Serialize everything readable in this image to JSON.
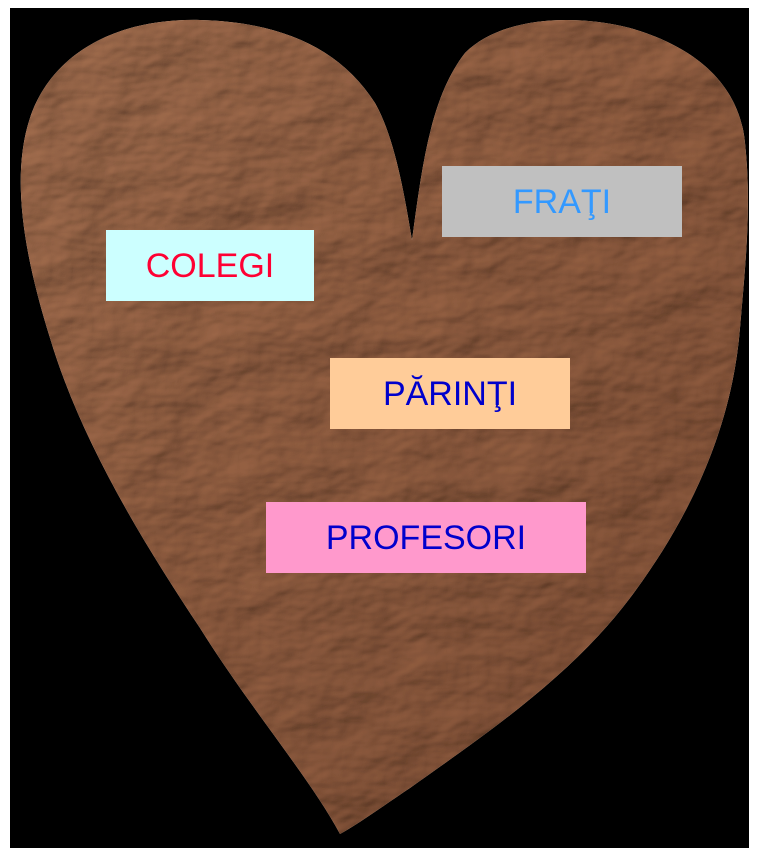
{
  "labels": {
    "frati": {
      "text": "FRAŢI",
      "bg": "#c0c0c0",
      "color": "#3399ff"
    },
    "colegi": {
      "text": "COLEGI",
      "bg": "#ccffff",
      "color": "#ff0033"
    },
    "parinti": {
      "text": "PĂRINŢI",
      "bg": "#ffcc99",
      "color": "#0000cc"
    },
    "profesori": {
      "text": "PROFESORI",
      "bg": "#ff99cc",
      "color": "#0000cc"
    }
  },
  "colors": {
    "background": "#000000",
    "heart_light": "#c8a188",
    "heart_mid": "#b58a6f",
    "heart_dark": "#8f6a55"
  }
}
